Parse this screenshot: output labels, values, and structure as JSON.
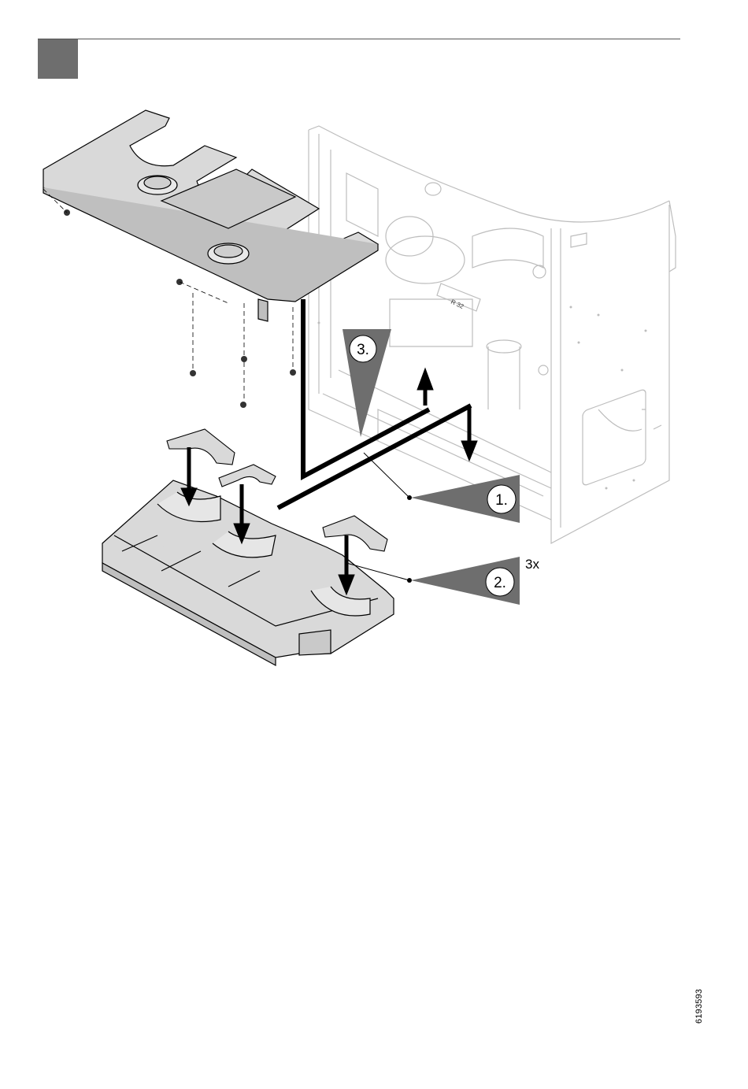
{
  "document": {
    "doc_number": "6193593"
  },
  "steps": [
    {
      "label": "1."
    },
    {
      "label": "2.",
      "quantity": "3x"
    },
    {
      "label": "3."
    }
  ],
  "part_markings": {
    "pipe_label": "R 32"
  },
  "colors": {
    "section_tab": "#6e6e6e",
    "callout_triangle": "#6e6e6e",
    "part_fill": "#d9d9d9",
    "line": "#000000"
  }
}
